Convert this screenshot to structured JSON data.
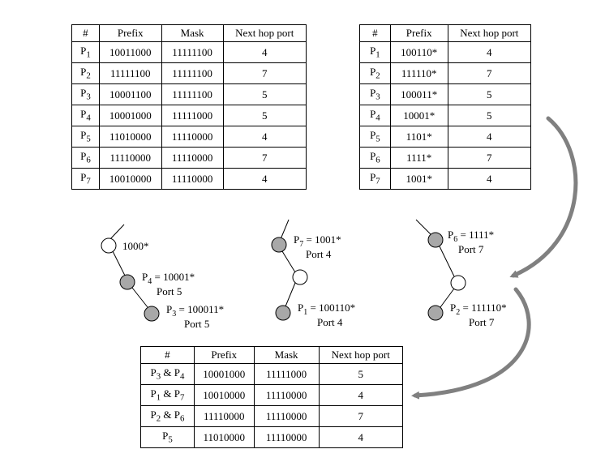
{
  "table1": {
    "headers": [
      "#",
      "Prefix",
      "Mask",
      "Next hop port"
    ],
    "rows": [
      {
        "p": "P",
        "sub": "1",
        "prefix": "10011000",
        "mask": "11111100",
        "port": "4"
      },
      {
        "p": "P",
        "sub": "2",
        "prefix": "11111100",
        "mask": "11111100",
        "port": "7"
      },
      {
        "p": "P",
        "sub": "3",
        "prefix": "10001100",
        "mask": "11111100",
        "port": "5"
      },
      {
        "p": "P",
        "sub": "4",
        "prefix": "10001000",
        "mask": "11111000",
        "port": "5"
      },
      {
        "p": "P",
        "sub": "5",
        "prefix": "11010000",
        "mask": "11110000",
        "port": "4"
      },
      {
        "p": "P",
        "sub": "6",
        "prefix": "11110000",
        "mask": "11110000",
        "port": "7"
      },
      {
        "p": "P",
        "sub": "7",
        "prefix": "10010000",
        "mask": "11110000",
        "port": "4"
      }
    ]
  },
  "table2": {
    "headers": [
      "#",
      "Prefix",
      "Next hop port"
    ],
    "rows": [
      {
        "p": "P",
        "sub": "1",
        "prefix": "100110*",
        "port": "4"
      },
      {
        "p": "P",
        "sub": "2",
        "prefix": "111110*",
        "port": "7"
      },
      {
        "p": "P",
        "sub": "3",
        "prefix": "100011*",
        "port": "5"
      },
      {
        "p": "P",
        "sub": "4",
        "prefix": "10001*",
        "port": "5"
      },
      {
        "p": "P",
        "sub": "5",
        "prefix": "1101*",
        "port": "4"
      },
      {
        "p": "P",
        "sub": "6",
        "prefix": "1111*",
        "port": "7"
      },
      {
        "p": "P",
        "sub": "7",
        "prefix": "1001*",
        "port": "4"
      }
    ]
  },
  "table3": {
    "headers": [
      "#",
      "Prefix",
      "Mask",
      "Next hop port"
    ],
    "rows": [
      {
        "a": "P",
        "as": "3",
        "amp": " & ",
        "b": "P",
        "bs": "4",
        "prefix": "10001000",
        "mask": "11111000",
        "port": "5"
      },
      {
        "a": "P",
        "as": "1",
        "amp": " & ",
        "b": "P",
        "bs": "7",
        "prefix": "10010000",
        "mask": "11110000",
        "port": "4"
      },
      {
        "a": "P",
        "as": "2",
        "amp": " & ",
        "b": "P",
        "bs": "6",
        "prefix": "11110000",
        "mask": "11110000",
        "port": "7"
      },
      {
        "a": "P",
        "as": "5",
        "amp": "",
        "b": "",
        "bs": "",
        "prefix": "11010000",
        "mask": "11110000",
        "port": "4"
      }
    ]
  },
  "trees": {
    "t1": {
      "root_label": "1000*",
      "n1": {
        "p": "P",
        "sub": "4",
        "eq": " = 10001*",
        "port": "Port 5"
      },
      "n2": {
        "p": "P",
        "sub": "3",
        "eq": " = 100011*",
        "port": "Port 5"
      }
    },
    "t2": {
      "n1": {
        "p": "P",
        "sub": "7",
        "eq": " = 1001*",
        "port": "Port 4"
      },
      "n2": {
        "p": "P",
        "sub": "1",
        "eq": " = 100110*",
        "port": "Port 4"
      }
    },
    "t3": {
      "n1": {
        "p": "P",
        "sub": "6",
        "eq": " = 1111*",
        "port": "Port 7"
      },
      "n2": {
        "p": "P",
        "sub": "2",
        "eq": " = 111110*",
        "port": "Port 7"
      }
    }
  },
  "colors": {
    "node_filled": "#a8a8a8",
    "node_empty": "#ffffff",
    "arrow": "#808080"
  }
}
